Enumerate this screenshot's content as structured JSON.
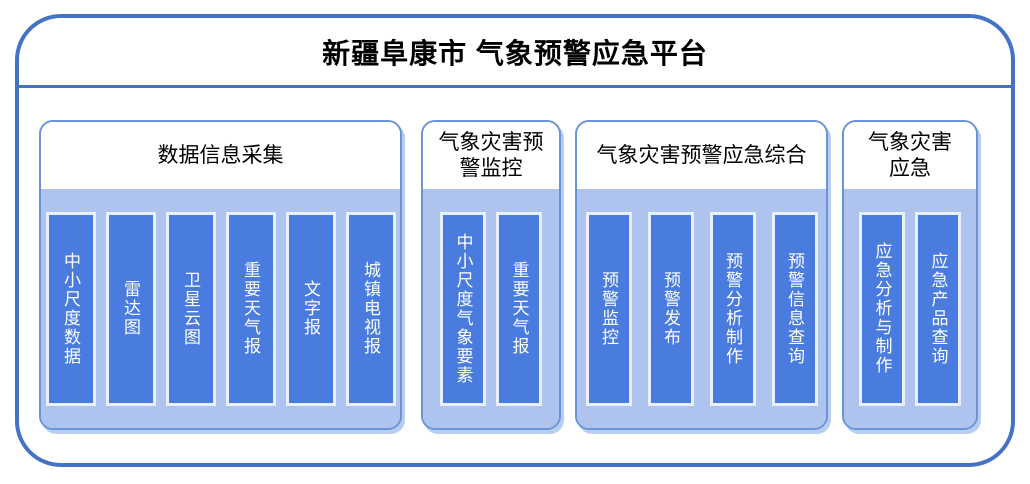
{
  "title": "新疆阜康市 气象预警应急平台",
  "colors": {
    "frame-border": "#4472c4",
    "group-border": "#6a93d8",
    "group-shadow": "#b9cdf0",
    "group-header-bg": "#ffffff",
    "group-body-bg": "#aec4ee",
    "module-fill": "#4a7cdf",
    "module-border": "#e9effb",
    "module-text": "#ffffff",
    "title-text": "#000000"
  },
  "groups": [
    {
      "header": "数据信息采集",
      "items": [
        "中小尺度数据",
        "雷达图",
        "卫星云图",
        "重要天气报",
        "文字报",
        "城镇电视报"
      ]
    },
    {
      "header": "气象灾害预\n警监控",
      "items": [
        "中小尺度气象要素",
        "重要天气报"
      ]
    },
    {
      "header": "气象灾害预警应急综合",
      "items": [
        "预警监控",
        "预警发布",
        "预警分析制作",
        "预警信息查询"
      ]
    },
    {
      "header": "气象灾害\n应急",
      "items": [
        "应急分析与制作",
        "应急产品查询"
      ]
    }
  ]
}
